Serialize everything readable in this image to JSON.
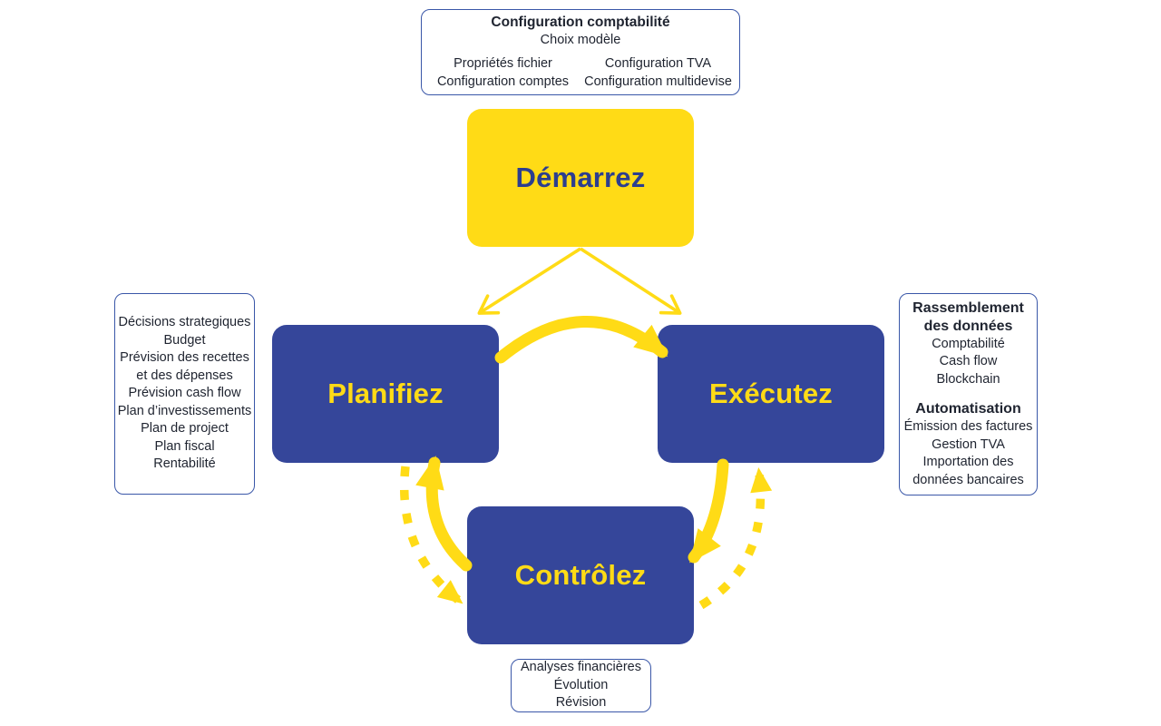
{
  "palette": {
    "yellow": "#FFDB16",
    "blue": "#35469A",
    "navy_text": "#2C3E8F",
    "note_border": "#3A57A8",
    "note_text": "#1F2430",
    "background": "#FFFFFF"
  },
  "nodes": {
    "start": {
      "label": "Démarrez"
    },
    "plan": {
      "label": "Planifiez"
    },
    "execute": {
      "label": "Exécutez"
    },
    "control": {
      "label": "Contrôlez"
    }
  },
  "notes": {
    "top": {
      "title": "Configuration comptabilité",
      "subtitle": "Choix modèle",
      "col_left": [
        "Propriétés fichier",
        "Configuration comptes"
      ],
      "col_right": [
        "Configuration TVA",
        "Configuration multidevise"
      ]
    },
    "left": {
      "lines": [
        "Décisions strategiques",
        "Budget",
        "Prévision des recettes",
        "et des dépenses",
        "Prévision cash flow",
        "Plan d’investissements",
        "Plan de project",
        "Plan fiscal",
        "Rentabilité"
      ]
    },
    "right": {
      "section1": {
        "title": "Rassemblement des données",
        "lines": [
          "Comptabilité",
          "Cash flow",
          "Blockchain"
        ]
      },
      "section2": {
        "title": "Automatisation",
        "lines": [
          "Émission des factures",
          "Gestion TVA",
          "Importation des",
          "données bancaires"
        ]
      }
    },
    "bottom": {
      "lines": [
        "Analyses financières",
        "Évolution",
        "Révision"
      ]
    }
  },
  "arrows": {
    "start_to_plan": "Démarrez vers Planifiez",
    "start_to_execute": "Démarrez vers Exécutez",
    "plan_to_execute": "Planifiez vers Exécutez",
    "execute_to_control": "Exécutez vers Contrôlez",
    "control_to_plan": "Contrôlez vers Planifiez",
    "plan_to_control_dashed": "Planifiez vers Contrôlez (pointillé)",
    "control_to_execute_dashed": "Contrôlez vers Exécutez (pointillé)"
  }
}
